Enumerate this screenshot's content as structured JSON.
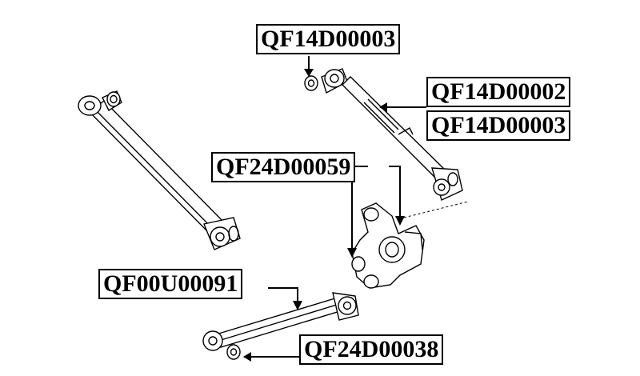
{
  "labels": {
    "top_part": "QF14D00003",
    "right_part_upper": "QF14D00002",
    "right_part_lower": "QF14D00003",
    "knuckle_part": "QF24D00059",
    "lower_arm_part": "QF00U00091",
    "bottom_bushing_part": "QF24D00038"
  }
}
